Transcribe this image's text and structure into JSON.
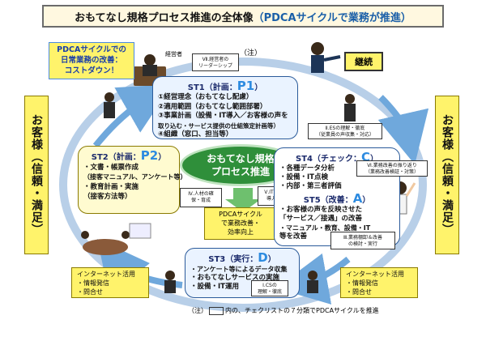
{
  "title": {
    "main": "おもてなし規格プロセス推進の全体像",
    "sub": "（PDCAサイクルで業務が推進）"
  },
  "note_top": "（注）",
  "callout_cost": {
    "line1": "PDCAサイクルでの",
    "line2": "日常業務の改善：",
    "line3": "コストダウン！"
  },
  "exec_label": "経営者",
  "continue_label": "継続",
  "side_left": "お客様（信頼・満足）",
  "side_right": "お客様（信頼・満足）",
  "center": {
    "line1": "おもてなし規格",
    "line2": "プロセス推進"
  },
  "center_arrow": {
    "line1": "PDCAサイクル",
    "line2": "で業務改善・",
    "line3": "効率向上"
  },
  "st1": {
    "head": "ST1（計画：",
    "key": "P1",
    "close": "）",
    "items": [
      "①経営理念（おもてなし配慮）",
      "②適用範囲（おもてなし範囲部署）",
      "③事業計画（設備・IT導入／お客様の声を",
      "取り込む・サービス提供の仕組策定計画等）",
      "④組織（窓口、担当等）"
    ]
  },
  "st2": {
    "head": "ST2（計画：",
    "key": "P2",
    "close": "）",
    "items": [
      "・文書・帳票作成",
      "（接客マニュアル、アンケート等）",
      "・教育計画・実施",
      "（接客方法等）"
    ]
  },
  "st3": {
    "head": "ST3（実行：",
    "key": "D",
    "close": "）",
    "items": [
      "・アンケート等によるデータ収集",
      "・おもてなしサービスの実施",
      "・設備・IT運用"
    ]
  },
  "st4": {
    "head": "ST4（チェック：",
    "key": "C",
    "close": "）",
    "items": [
      "・各種データ分析",
      "・設備・IT点検",
      "・内部・第三者評価"
    ]
  },
  "st5": {
    "head": "ST5（改善：",
    "key": "A",
    "close": "）",
    "items": [
      "・お客様の声を反映させた",
      "「サービス／接遇」の改善",
      "・マニュアル・教育、設備・IT",
      "等を改善"
    ]
  },
  "checklist": {
    "c7": {
      "line1": "Ⅶ.経営者の",
      "line2": "リーダーシップ"
    },
    "c2": {
      "line1": "Ⅱ.ESの理解・徹底",
      "line2": "（従業員の声収集・対応）"
    },
    "c6": {
      "line1": "Ⅵ.業務改善の振り返り",
      "line2": "（業務改善検証・対策）"
    },
    "c3": {
      "line1": "Ⅲ.業務棚卸＆改善",
      "line2": "の検討・実行"
    },
    "c4": {
      "line1": "Ⅳ.人材の確",
      "line2": "保・育成"
    },
    "c5": {
      "line1": "Ⅴ.ITツールの",
      "line2": "導入・定着"
    },
    "c1": {
      "line1": "Ⅰ.CSの",
      "line2": "理解・徹底"
    }
  },
  "internet_left": {
    "line1": "インターネット活用",
    "line2": "・情報発信",
    "line3": "・問合せ"
  },
  "internet_right": {
    "line1": "インターネット活用",
    "line2": "・情報発信",
    "line3": "・問合せ"
  },
  "footnote": {
    "pre": "（注）",
    "post": "内の、チェクリストの７分類でPDCAサイクルを推進"
  },
  "colors": {
    "yellow": "#fff36b",
    "blue_arrow": "#6fa8dc",
    "green_center": "#2f8f3a",
    "key_blue": "#2d8be0"
  }
}
